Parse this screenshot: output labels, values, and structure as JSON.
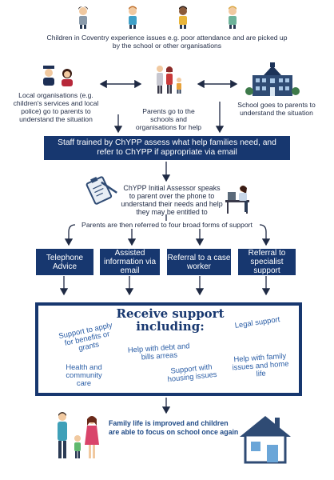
{
  "top": {
    "intro_text": "Children in Coventry experience issues e.g. poor attendance and are picked up by the school or other organisations"
  },
  "routes": {
    "left_text": "Local organisations (e.g. children's services and local police) go to parents to understand the situation",
    "middle_text": "Parents go to the schools and organisations for help",
    "right_text": "School goes to parents to understand the situation"
  },
  "assessment": {
    "banner_text": "Staff trained by ChYPP assess what help families need, and refer to ChYPP if appropriate via email",
    "assessor_text": "ChYPP Initial Assessor speaks to parent over the phone to understand their needs and help they may be entitled to",
    "referral_text": "Parents are then referred to four broad forms of support"
  },
  "support_forms": [
    {
      "label": "Telephone Advice"
    },
    {
      "label": "Assisted information via email"
    },
    {
      "label": "Referral to a case worker"
    },
    {
      "label": "Referral to specialist support"
    }
  ],
  "support_box": {
    "title": "Receive support including:",
    "items": [
      "Support to apply for benefits or grants",
      "Legal support",
      "Help with debt and bills arreas",
      "Health and community care",
      "Support with housing issues",
      "Help with family issues and home life"
    ]
  },
  "outcome": {
    "text": "Family life is improved and children are able to focus on school once again"
  },
  "colors": {
    "navy": "#17376f",
    "script_blue": "#2b5ea6"
  },
  "icons": [
    "children-icon",
    "police-and-social-worker-icon",
    "parents-icon",
    "school-building-icon",
    "clipboard-icon",
    "assessor-at-desk-icon",
    "family-icon",
    "house-icon"
  ]
}
